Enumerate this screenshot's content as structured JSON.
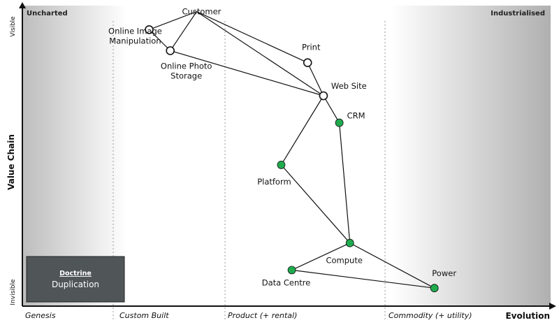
{
  "corners": {
    "top_left": "Uncharted",
    "top_right": "Industrialised"
  },
  "axes": {
    "y_title": "Value Chain",
    "y_top": "Visible",
    "y_bottom": "Invisible",
    "x_title": "Evolution"
  },
  "stages": [
    "Genesis",
    "Custom Built",
    "Product (+ rental)",
    "Commodity (+ utility)"
  ],
  "doctrine": {
    "title": "Doctrine",
    "name": "Duplication"
  },
  "colors": {
    "visible_node": "#ffffff",
    "component_node": "#1faa4e",
    "line": "#111111",
    "doctrine_box": "#505558"
  },
  "components": [
    {
      "id": "customer",
      "label": "Customer",
      "evolution": 0.33,
      "visibility": 0.98,
      "style": "anchor"
    },
    {
      "id": "online_image_manipulation",
      "label": "Online Image Manipulation",
      "evolution": 0.24,
      "visibility": 0.92,
      "style": "open"
    },
    {
      "id": "online_photo_storage",
      "label": "Online Photo Storage",
      "evolution": 0.28,
      "visibility": 0.85,
      "style": "open"
    },
    {
      "id": "print",
      "label": "Print",
      "evolution": 0.54,
      "visibility": 0.81,
      "style": "open"
    },
    {
      "id": "web_site",
      "label": "Web Site",
      "evolution": 0.57,
      "visibility": 0.7,
      "style": "open"
    },
    {
      "id": "crm",
      "label": "CRM",
      "evolution": 0.6,
      "visibility": 0.61,
      "style": "filled"
    },
    {
      "id": "platform",
      "label": "Platform",
      "evolution": 0.49,
      "visibility": 0.47,
      "style": "filled"
    },
    {
      "id": "compute",
      "label": "Compute",
      "evolution": 0.62,
      "visibility": 0.21,
      "style": "filled"
    },
    {
      "id": "data_centre",
      "label": "Data Centre",
      "evolution": 0.51,
      "visibility": 0.12,
      "style": "filled"
    },
    {
      "id": "power",
      "label": "Power",
      "evolution": 0.78,
      "visibility": 0.06,
      "style": "filled"
    }
  ],
  "links": [
    [
      "customer",
      "online_image_manipulation"
    ],
    [
      "customer",
      "online_photo_storage"
    ],
    [
      "customer",
      "print"
    ],
    [
      "customer",
      "web_site"
    ],
    [
      "online_image_manipulation",
      "online_photo_storage"
    ],
    [
      "online_photo_storage",
      "web_site"
    ],
    [
      "print",
      "web_site"
    ],
    [
      "web_site",
      "crm"
    ],
    [
      "web_site",
      "platform"
    ],
    [
      "crm",
      "compute"
    ],
    [
      "platform",
      "compute"
    ],
    [
      "compute",
      "data_centre"
    ],
    [
      "compute",
      "power"
    ],
    [
      "data_centre",
      "power"
    ]
  ]
}
